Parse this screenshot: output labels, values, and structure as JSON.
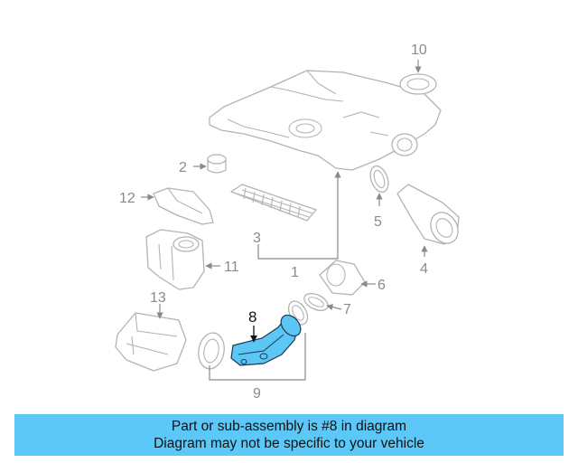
{
  "callouts": {
    "c1": "1",
    "c2": "2",
    "c3": "3",
    "c4": "4",
    "c5": "5",
    "c6": "6",
    "c7": "7",
    "c8": "8",
    "c9": "9",
    "c10": "10",
    "c11": "11",
    "c12": "12",
    "c13": "13"
  },
  "highlighted_part": "8",
  "colors": {
    "highlight": "#5cc6f5",
    "banner": "#5bc8f7",
    "line_art": "#b3b3b3"
  },
  "banner": {
    "line1": "Part or sub-assembly is #8 in diagram",
    "line2": "Diagram may not be specific to your vehicle"
  }
}
